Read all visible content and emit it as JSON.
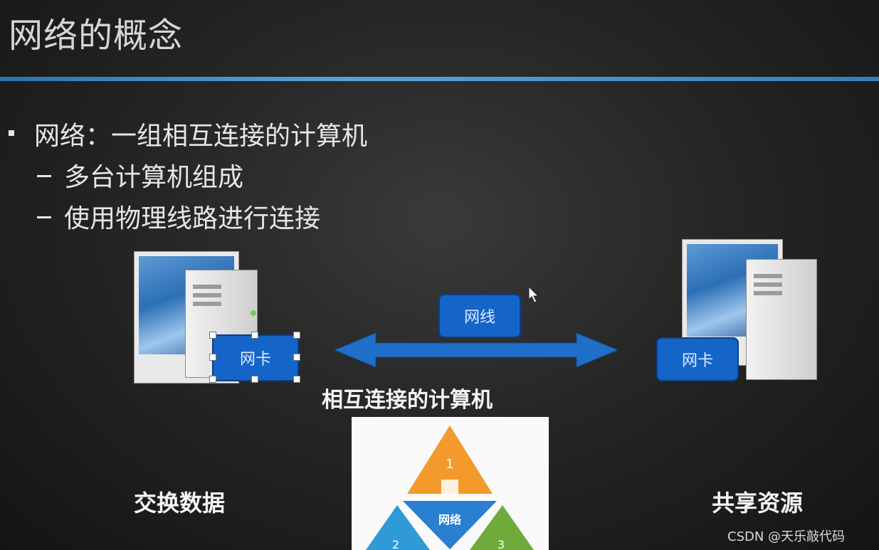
{
  "slide": {
    "title": "网络的概念",
    "bullets": [
      {
        "level": 1,
        "text": "网络：一组相互连接的计算机"
      },
      {
        "level": 2,
        "text": "多台计算机组成"
      },
      {
        "level": 2,
        "text": "使用物理线路进行连接"
      }
    ]
  },
  "diagram": {
    "left_nic": "网卡",
    "right_nic": "网卡",
    "cable_label": "网线",
    "caption": "相互连接的计算机",
    "left_label": "交换数据",
    "right_label": "共享资源",
    "pyramid": {
      "top_number": "1",
      "center_label": "网络",
      "bottom_left_number": "2",
      "bottom_right_number": "3"
    }
  },
  "watermark": "CSDN @天乐敲代码",
  "colors": {
    "accent_blue": "#1565c8",
    "rule_blue": "#5ab4e8",
    "pyramid_orange": "#f39a2c",
    "pyramid_blue": "#2a7fd0",
    "pyramid_green": "#6fab3a",
    "pyramid_teal": "#2f9ad8"
  }
}
